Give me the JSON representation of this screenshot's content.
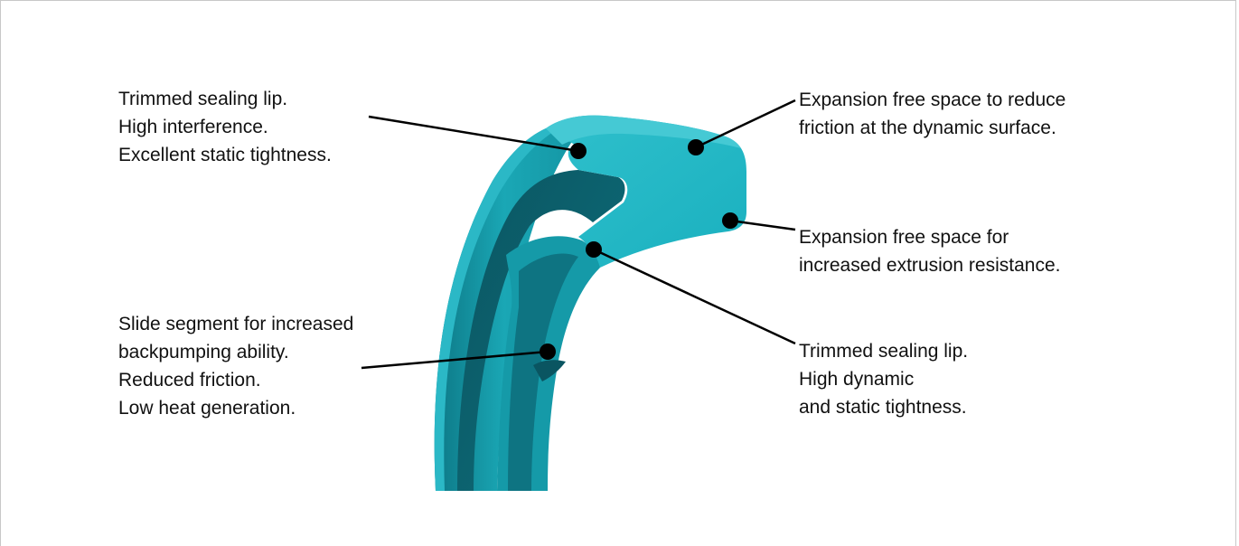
{
  "colors": {
    "seal_face": "#1cb3c1",
    "seal_light": "#3fc4cf",
    "seal_mid": "#1597a5",
    "seal_dark": "#0d6b78",
    "seal_deep": "#0a5561",
    "leader": "#000000",
    "text": "#111111",
    "border": "#c8c8c8"
  },
  "callouts": {
    "top_left": {
      "lines": [
        "Trimmed sealing lip.",
        "High interference.",
        "Excellent static tightness."
      ]
    },
    "top_right": {
      "lines": [
        "Expansion free space to reduce",
        "friction at the dynamic surface."
      ]
    },
    "middle_right": {
      "lines": [
        "Expansion free space for",
        "increased extrusion resistance."
      ]
    },
    "bottom_left": {
      "lines": [
        "Slide segment for increased",
        "backpumping ability.",
        "Reduced friction.",
        "Low heat generation."
      ]
    },
    "bottom_right": {
      "lines": [
        "Trimmed sealing lip.",
        "High dynamic",
        "and static tightness."
      ]
    }
  }
}
